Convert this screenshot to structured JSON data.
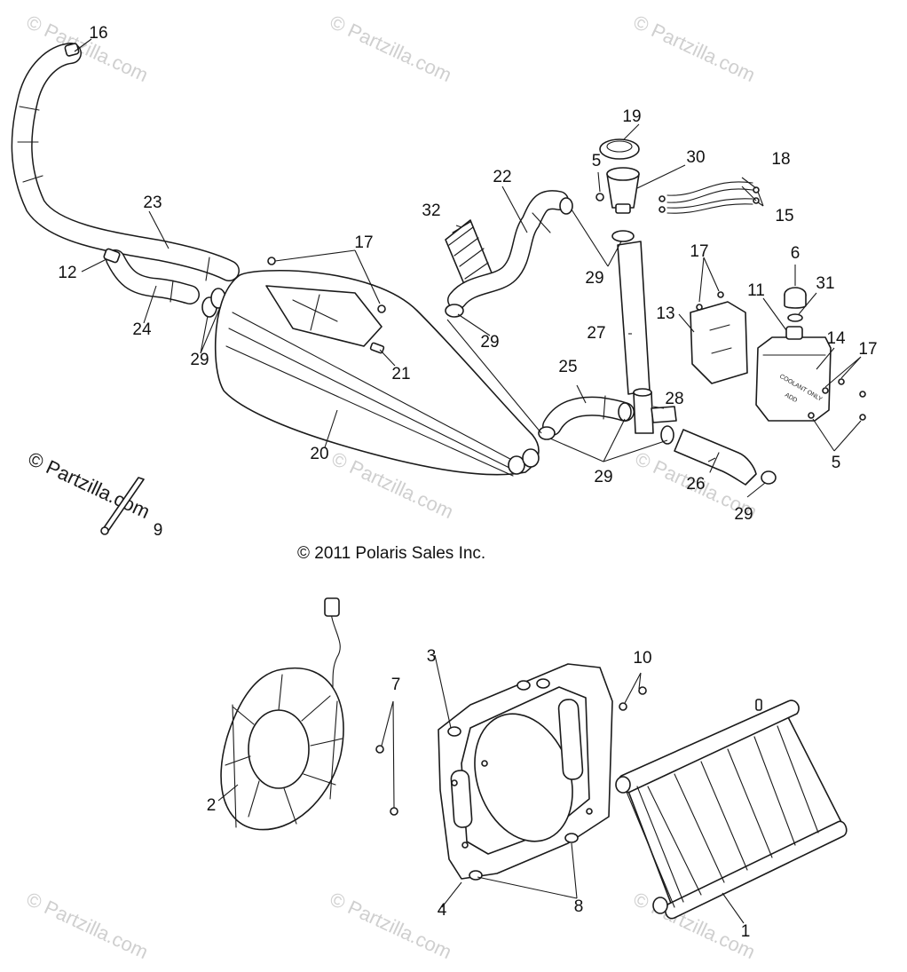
{
  "copyright": "© 2011 Polaris Sales Inc.",
  "watermark": "© Partzilla.com",
  "callouts": [
    "1",
    "2",
    "3",
    "4",
    "5",
    "6",
    "7",
    "8",
    "9",
    "10",
    "11",
    "12",
    "13",
    "14",
    "15",
    "16",
    "17",
    "18",
    "19",
    "20",
    "21",
    "22",
    "23",
    "24",
    "25",
    "26",
    "27",
    "28",
    "29",
    "30",
    "31",
    "32"
  ],
  "tank_labels": [
    "COOLANT ONLY",
    "ADD"
  ]
}
